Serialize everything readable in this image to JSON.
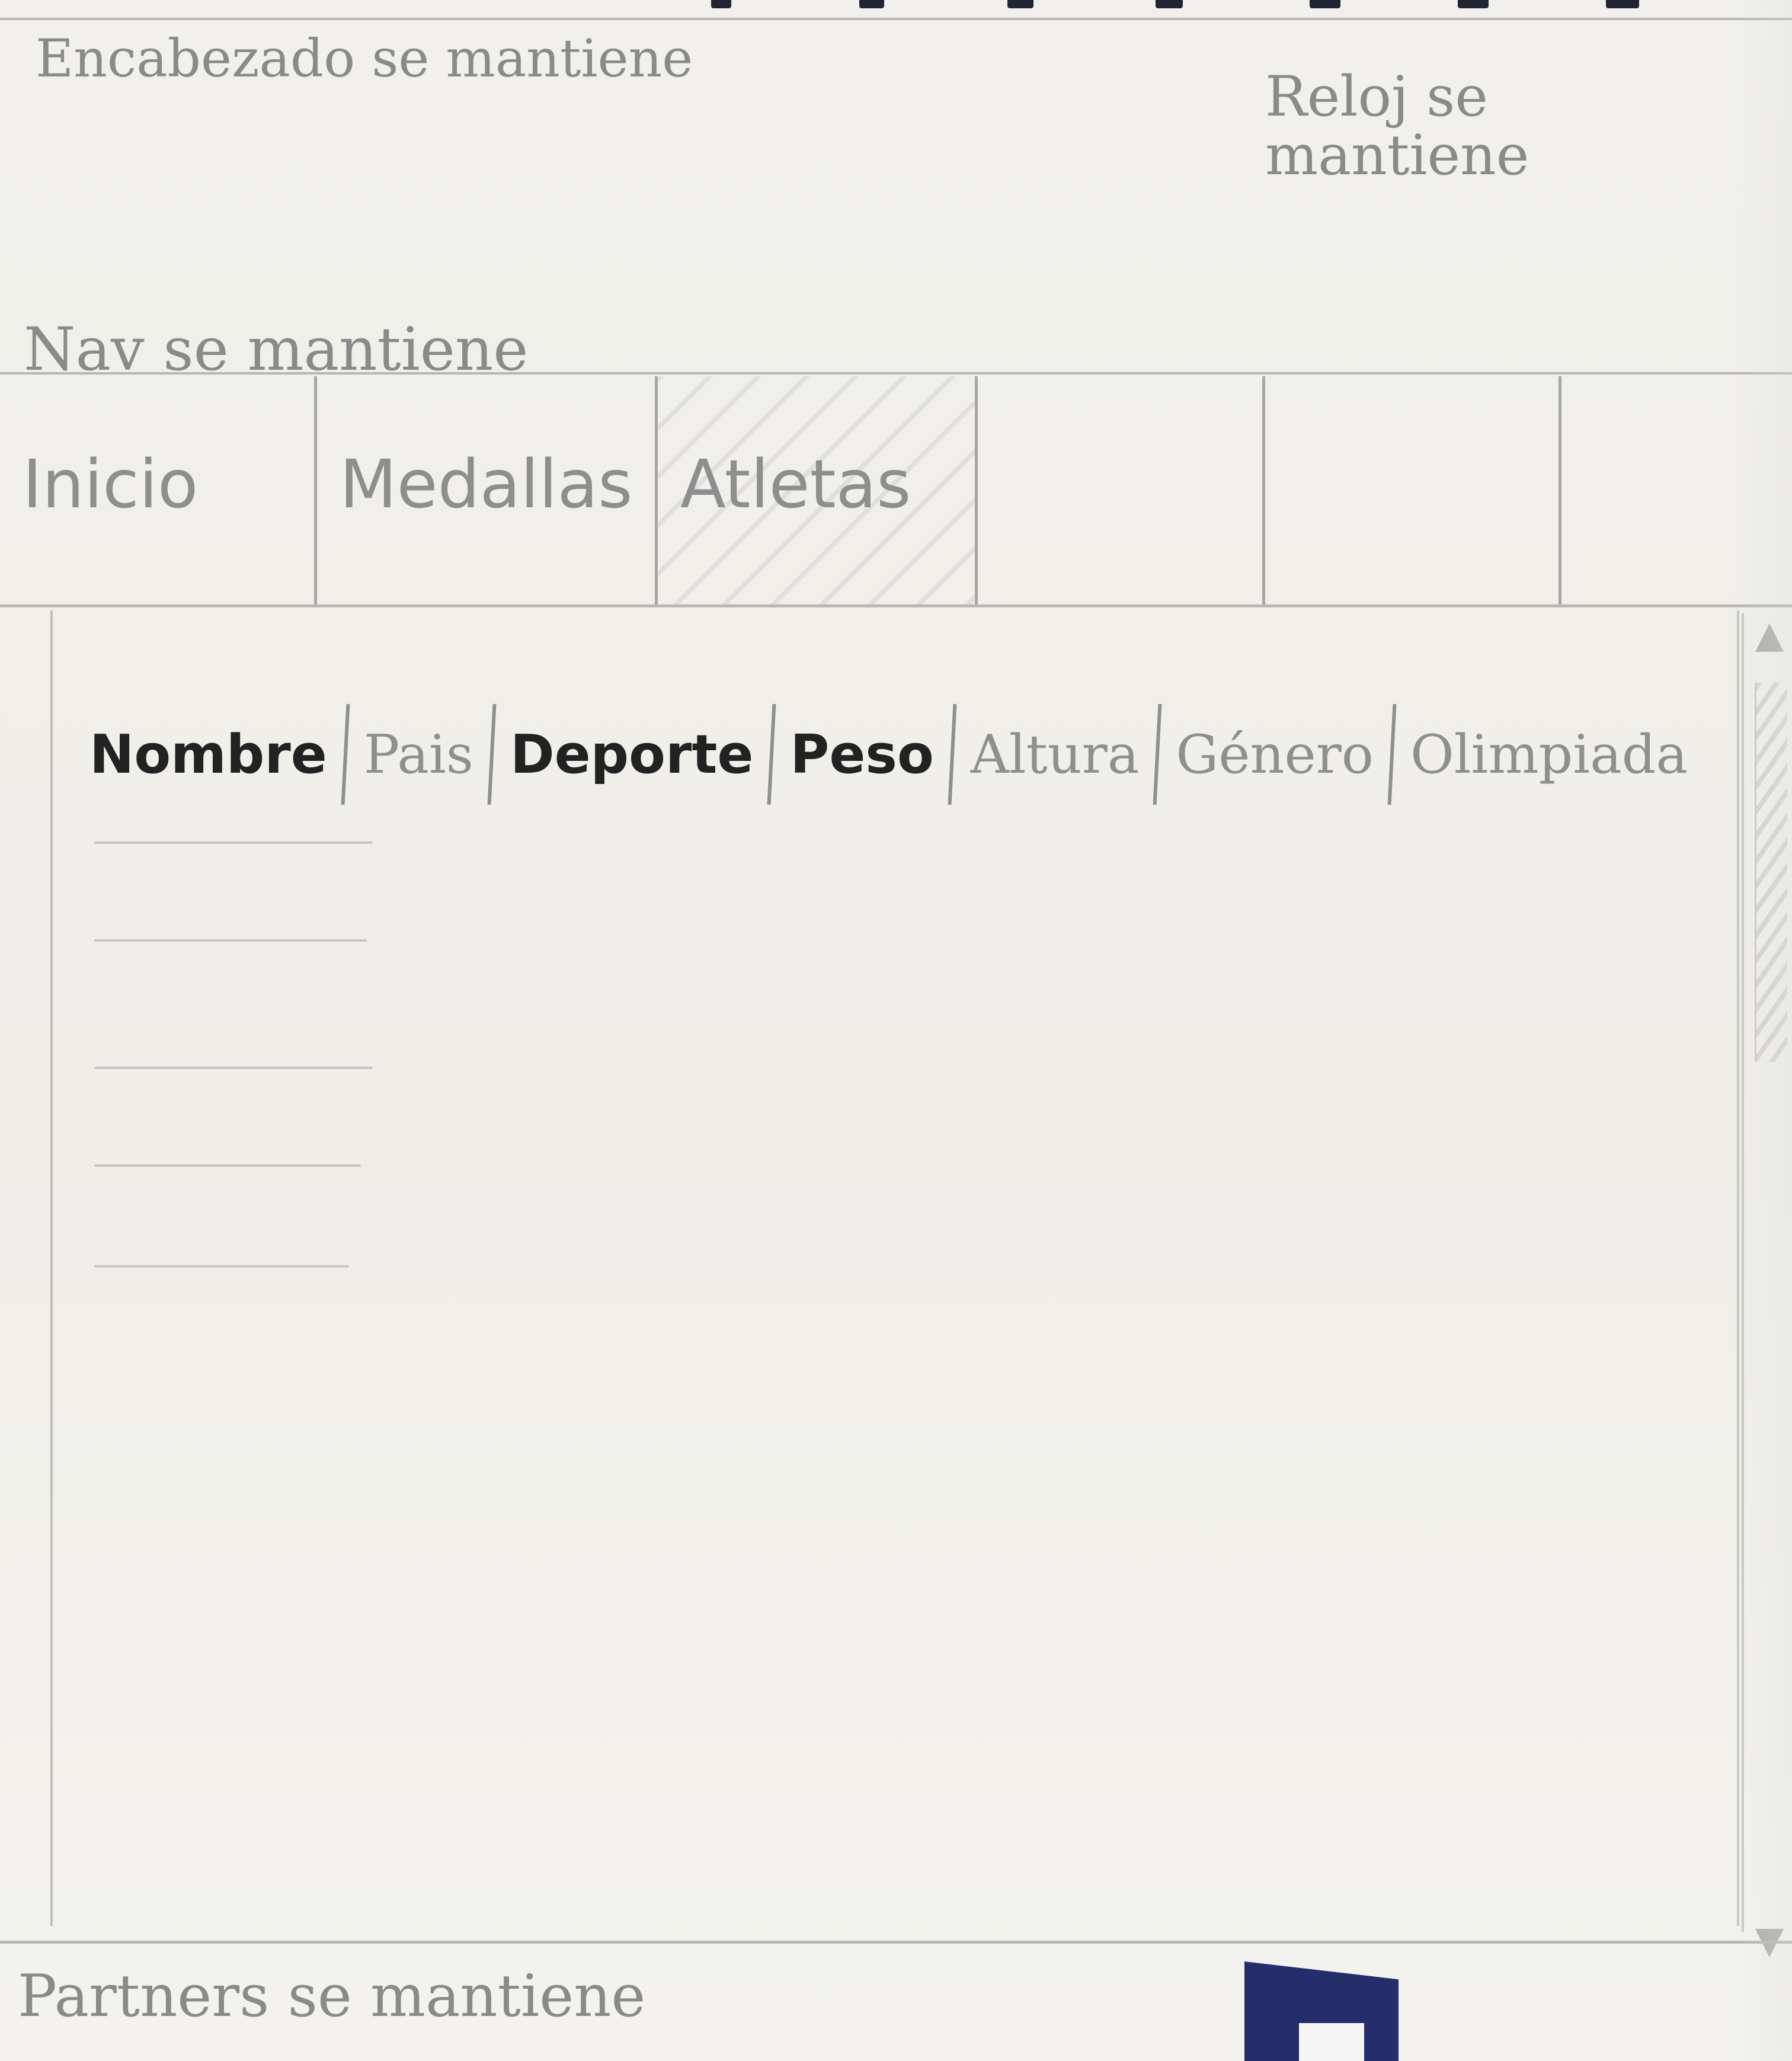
{
  "header": {
    "note": "Encabezado se mantiene",
    "clock_note": "Reloj se mantiene"
  },
  "nav": {
    "note": "Nav se mantiene",
    "items": [
      {
        "label": "Inicio"
      },
      {
        "label": "Medallas"
      },
      {
        "label": "Atletas"
      },
      {
        "label": ""
      },
      {
        "label": ""
      },
      {
        "label": ""
      }
    ]
  },
  "table": {
    "headers": [
      "Nombre",
      "Pais",
      "Deporte",
      "Peso",
      "Altura",
      "Género",
      "Olimpiada"
    ]
  },
  "footer": {
    "note": "Partners se mantiene"
  }
}
